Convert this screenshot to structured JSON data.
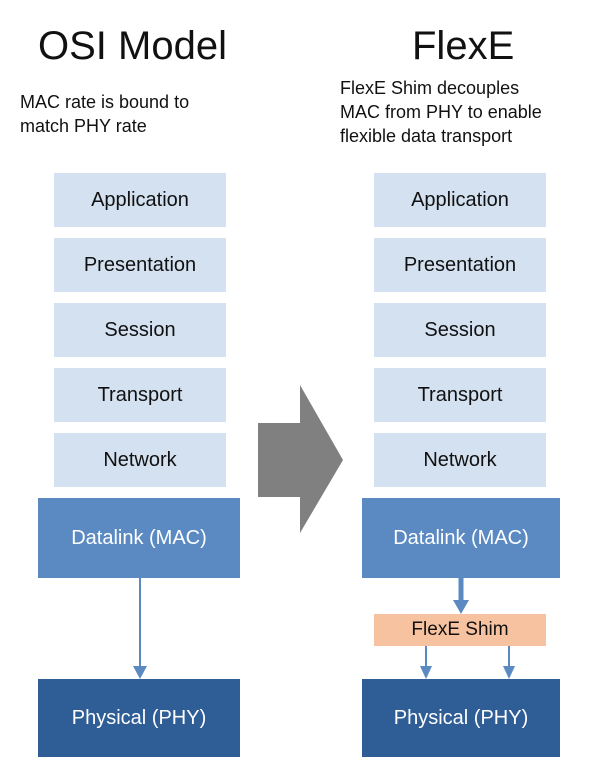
{
  "osi": {
    "title": "OSI Model",
    "description_line1": "MAC rate is bound to",
    "description_line2": "match PHY rate",
    "layers": [
      "Application",
      "Presentation",
      "Session",
      "Transport",
      "Network"
    ],
    "datalink": "Datalink (MAC)",
    "physical": "Physical (PHY)"
  },
  "flexe": {
    "title": "FlexE",
    "description_line1": "FlexE Shim decouples",
    "description_line2": "MAC from PHY to enable",
    "description_line3": "flexible data transport",
    "layers": [
      "Application",
      "Presentation",
      "Session",
      "Transport",
      "Network"
    ],
    "datalink": "Datalink (MAC)",
    "shim": "FlexE Shim",
    "physical": "Physical (PHY)"
  },
  "colors": {
    "layer_light": "#d3e1f0",
    "datalink": "#5b8ac2",
    "physical": "#2f5d96",
    "shim": "#f6c2a0",
    "arrow": "#5b8ac2",
    "big_arrow": "#808080"
  }
}
